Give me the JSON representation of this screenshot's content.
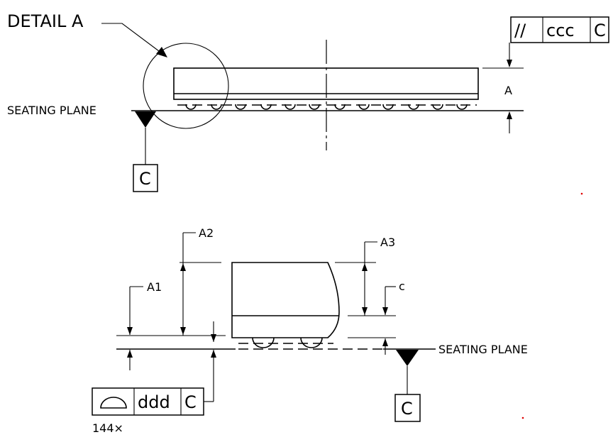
{
  "detail_label": "DETAIL A",
  "top_view": {
    "seating_plane_label": "SEATING PLANE",
    "datum_label": "C",
    "dim_label": "A",
    "fcf": {
      "symbol": "//",
      "tolerance": "ccc",
      "datum": "C"
    }
  },
  "side_view": {
    "dim_a1": "A1",
    "dim_a2": "A2",
    "dim_a3": "A3",
    "dim_c": "c",
    "seating_plane_label": "SEATING PLANE",
    "datum_label": "C",
    "fcf": {
      "tolerance": "ddd",
      "datum": "C"
    },
    "count_label": "144×"
  },
  "colors": {
    "line": "#000000",
    "background": "#ffffff",
    "marker": "#e00000"
  }
}
